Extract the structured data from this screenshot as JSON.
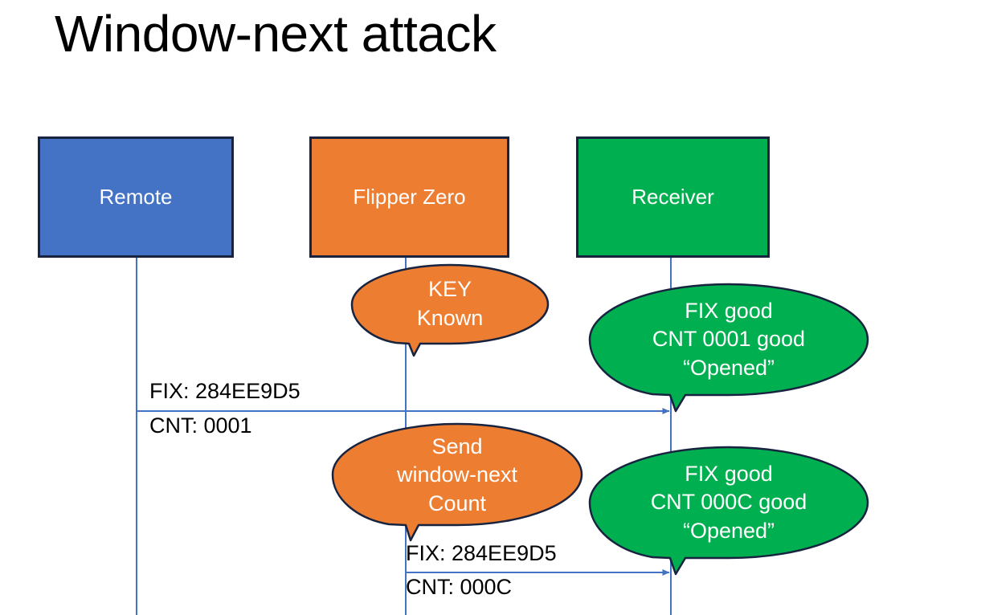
{
  "slide": {
    "title": "Window-next attack",
    "background": "#ffffff"
  },
  "colors": {
    "remote_fill": "#4472C4",
    "flipper_fill": "#ED7D31",
    "receiver_fill": "#00B050",
    "shape_outline": "#17233F",
    "lifeline": "#4472C4",
    "text_on_shape": "#FFFFFF",
    "text_plain": "#000000"
  },
  "actors": [
    {
      "id": "remote",
      "label": "Remote",
      "fill": "#4472C4"
    },
    {
      "id": "flipper",
      "label": "Flipper Zero",
      "fill": "#ED7D31"
    },
    {
      "id": "receiver",
      "label": "Receiver",
      "fill": "#00B050"
    }
  ],
  "callouts": [
    {
      "id": "key-known",
      "owner": "flipper",
      "fill": "#ED7D31",
      "lines": [
        "KEY",
        "Known"
      ]
    },
    {
      "id": "send-window-next",
      "owner": "flipper",
      "fill": "#ED7D31",
      "lines": [
        "Send",
        "window-next",
        "Count"
      ]
    },
    {
      "id": "receiver-verdict-1",
      "owner": "receiver",
      "fill": "#00B050",
      "lines": [
        "FIX good",
        "CNT 0001 good",
        "“Opened”"
      ]
    },
    {
      "id": "receiver-verdict-2",
      "owner": "receiver",
      "fill": "#00B050",
      "lines": [
        "FIX good",
        "CNT 000C good",
        "“Opened”"
      ]
    }
  ],
  "messages": [
    {
      "id": "message-1",
      "from": "remote",
      "to": "receiver",
      "fix_label": "FIX: 284EE9D5",
      "cnt_label": "CNT: 0001"
    },
    {
      "id": "message-2",
      "from": "flipper",
      "to": "receiver",
      "fix_label": "FIX: 284EE9D5",
      "cnt_label": "CNT: 000C"
    }
  ]
}
